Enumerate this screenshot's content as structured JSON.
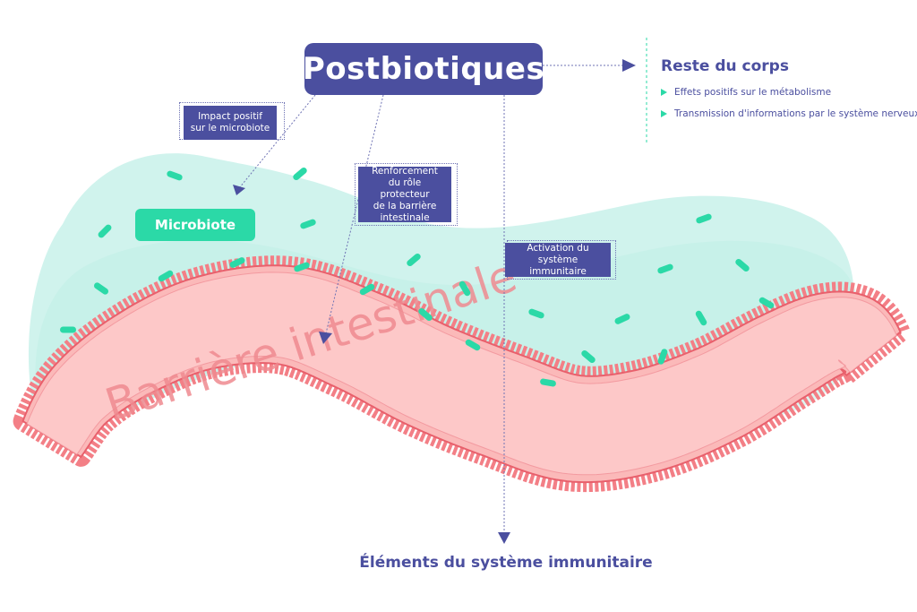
{
  "title": "Postbiotiques",
  "microbiota_label": "Microbiote",
  "barrier_label": "Barrière intestinale",
  "effects": {
    "impact_microbiote": [
      "Impact positif",
      "sur le microbiote"
    ],
    "renforcement_barriere": [
      "Renforcement",
      "du rôle protecteur",
      "de la barrière",
      "intestinale"
    ],
    "activation_immunitaire": [
      "Activation du",
      "système immunitaire"
    ]
  },
  "reste_du_corps": {
    "title": "Reste du corps",
    "items": [
      "Effets positifs sur le métabolisme",
      "Transmission d'informations par le système nerveux"
    ]
  },
  "immune_elements_label": "Éléments du système immunitaire",
  "colors": {
    "primary": "#4b4f9f",
    "accent": "#2bd9a7",
    "microbiota_area": "#cdf2ec",
    "barrier_fill": "#fbb9b9",
    "barrier_cells": "#f37f86",
    "barrier_text": "#ef8a8f"
  },
  "icons": [
    "triangle-bullet-icon",
    "arrow-head-icon",
    "bacterium-icon"
  ]
}
